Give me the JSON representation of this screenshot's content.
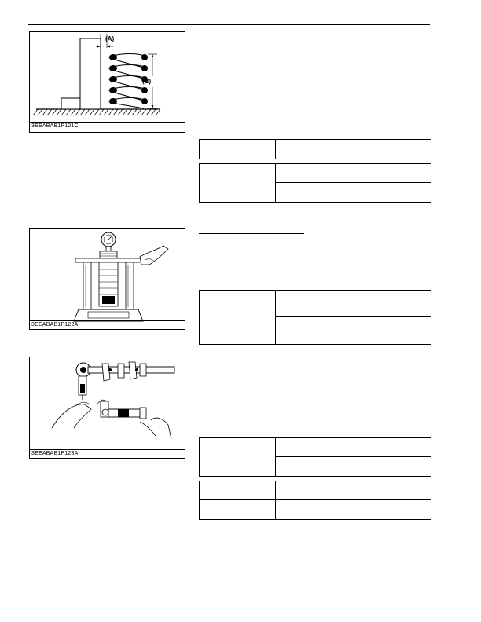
{
  "figures": [
    {
      "id": "valve-spring-free-length",
      "caption": "3EEABAB1P121C",
      "labels": {
        "a": "(A)",
        "b": "(B)"
      }
    },
    {
      "id": "valve-spring-setting-load",
      "caption": "3EEABAB1P122A"
    },
    {
      "id": "rocker-arm-shaft-clearance",
      "caption": "3EEABAB1P123A"
    }
  ]
}
